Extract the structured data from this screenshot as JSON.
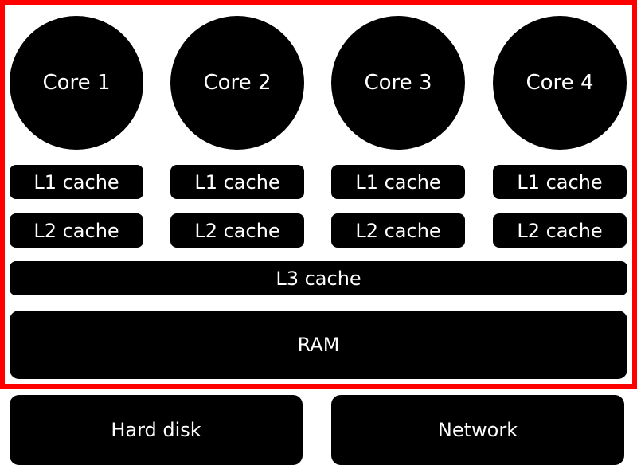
{
  "colors": {
    "frame": "#ff0000",
    "block": "#000000",
    "text": "#ffffff"
  },
  "cores": [
    {
      "label": "Core 1"
    },
    {
      "label": "Core 2"
    },
    {
      "label": "Core 3"
    },
    {
      "label": "Core 4"
    }
  ],
  "l1": [
    {
      "label": "L1 cache"
    },
    {
      "label": "L1 cache"
    },
    {
      "label": "L1 cache"
    },
    {
      "label": "L1 cache"
    }
  ],
  "l2": [
    {
      "label": "L2 cache"
    },
    {
      "label": "L2 cache"
    },
    {
      "label": "L2 cache"
    },
    {
      "label": "L2 cache"
    }
  ],
  "l3": {
    "label": "L3 cache"
  },
  "ram": {
    "label": "RAM"
  },
  "hard_disk": {
    "label": "Hard disk"
  },
  "network": {
    "label": "Network"
  }
}
